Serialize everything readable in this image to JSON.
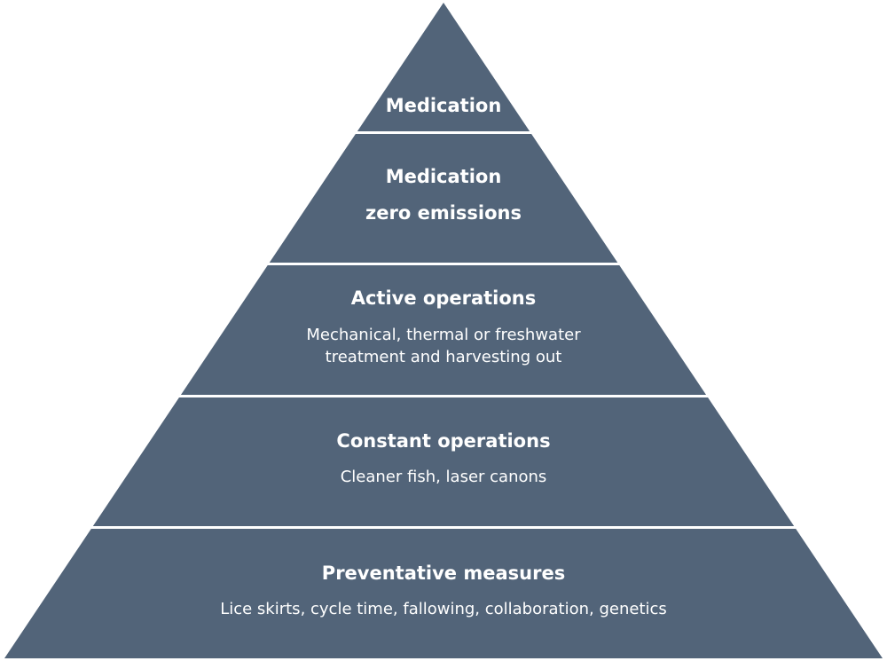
{
  "colors": {
    "layer_fill": "#526479",
    "separator": "#ffffff",
    "text": "#ffffff"
  },
  "layers": [
    {
      "title": "Medication",
      "lines": []
    },
    {
      "title": "Medication",
      "lines": [
        "zero emissions"
      ]
    },
    {
      "title": "Active operations",
      "lines": [
        "Mechanical, thermal or freshwater",
        "treatment and harvesting out"
      ]
    },
    {
      "title": "Constant operations",
      "lines": [
        "Cleaner fish, laser canons"
      ]
    },
    {
      "title": "Preventative measures",
      "lines": [
        "Lice skirts, cycle time, fallowing, collaboration, genetics"
      ]
    }
  ]
}
